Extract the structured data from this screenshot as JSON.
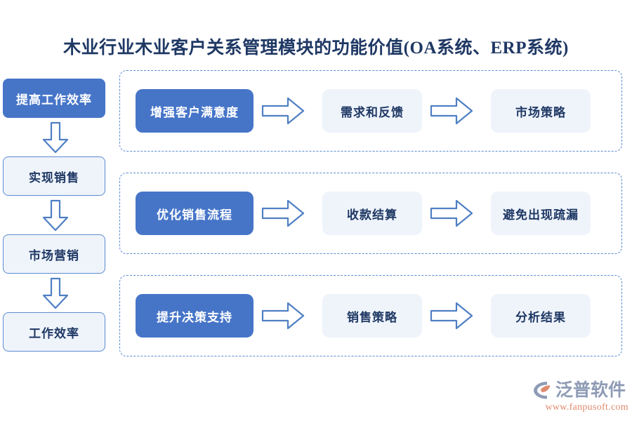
{
  "page": {
    "title": "木业行业木业客户关系管理模块的功能价值(OA系统、ERP系统)",
    "background_color": "#ffffff",
    "accent_color": "#4675c8",
    "soft_fill_color": "#eff4fb",
    "text_color": "#1f3864"
  },
  "left_flow": {
    "steps": [
      {
        "label": "提高工作效率",
        "style": "primary"
      },
      {
        "label": "实现销售",
        "style": "secondary"
      },
      {
        "label": "市场营销",
        "style": "secondary"
      },
      {
        "label": "工作效率",
        "style": "secondary"
      }
    ],
    "connector_icon": "arrow-down-icon"
  },
  "groups": [
    {
      "id": "group-1",
      "primary": "增强客户满意度",
      "step_2": "需求和反馈",
      "step_3": "市场策略",
      "connector_icon": "arrow-right-icon"
    },
    {
      "id": "group-2",
      "primary": "优化销售流程",
      "step_2": "收款结算",
      "step_3": "避免出现疏漏",
      "connector_icon": "arrow-right-icon"
    },
    {
      "id": "group-3",
      "primary": "提升决策支持",
      "step_2": "销售策略",
      "step_3": "分析结果",
      "connector_icon": "arrow-right-icon"
    }
  ],
  "logo": {
    "icon": "fanpu-logo-icon",
    "word": "泛普软件",
    "url": "www.fanpusoft.com",
    "word_color": "#8e9bb5",
    "url_color": "#e08a6e"
  }
}
